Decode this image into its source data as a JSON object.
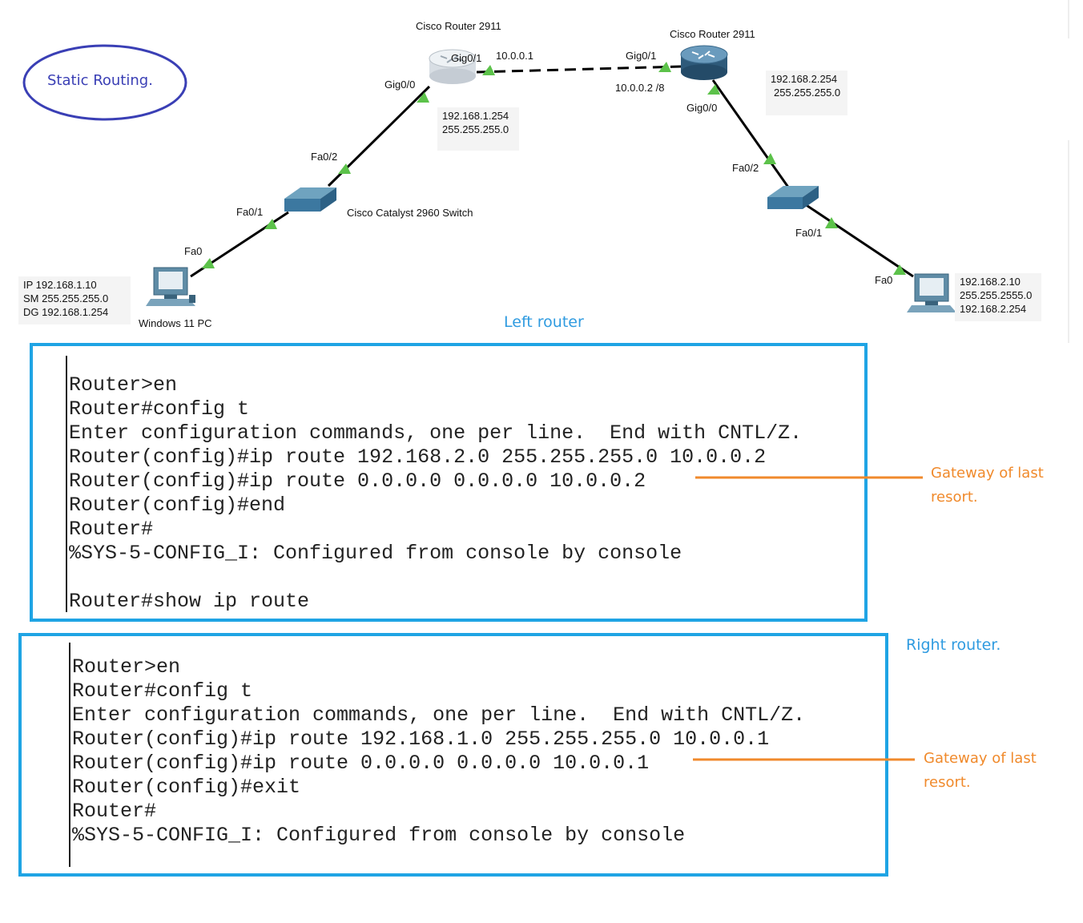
{
  "title": "Static Routing.",
  "devices": {
    "left_router": {
      "model": "Cisco Router 2911",
      "port_gig01": "Gig0/1",
      "port_gig00": "Gig0/0",
      "link_ip": "10.0.0.1",
      "lan_ip": "192.168.1.254",
      "lan_mask": "255.255.255.0"
    },
    "right_router": {
      "model": "Cisco Router 2911",
      "port_gig01": "Gig0/1",
      "port_gig00": "Gig0/0",
      "link_ip": "10.0.0.2 /8",
      "lan_ip": "192.168.2.254",
      "lan_mask": "255.255.255.0"
    },
    "left_switch": {
      "model": "Cisco Catalyst 2960 Switch",
      "port_up": "Fa0/2",
      "port_down": "Fa0/1"
    },
    "right_switch": {
      "port_up": "Fa0/2",
      "port_down": "Fa0/1"
    },
    "left_pc": {
      "name": "Windows 11 PC",
      "port": "Fa0",
      "ip_line": "IP  192.168.1.10",
      "sm_line": "SM  255.255.255.0",
      "dg_line": "DG  192.168.1.254"
    },
    "right_pc": {
      "port": "Fa0",
      "ip": "192.168.2.10",
      "mask": "255.255.2555.0",
      "gateway": "192.168.2.254"
    }
  },
  "left_router_label": "Left router",
  "right_router_label": "Right router.",
  "left_config": [
    "Router>en",
    "Router#config t",
    "Enter configuration commands, one per line.  End with CNTL/Z.",
    "Router(config)#ip route 192.168.2.0 255.255.255.0 10.0.0.2",
    "Router(config)#ip route 0.0.0.0 0.0.0.0 10.0.0.2",
    "Router(config)#end",
    "Router#",
    "%SYS-5-CONFIG_I: Configured from console by console",
    "",
    "Router#show ip route"
  ],
  "right_config": [
    "Router>en",
    "Router#config t",
    "Enter configuration commands, one per line.  End with CNTL/Z.",
    "Router(config)#ip route 192.168.1.0 255.255.255.0 10.0.0.1",
    "Router(config)#ip route 0.0.0.0 0.0.0.0 10.0.0.1",
    "Router(config)#exit",
    "Router#",
    "%SYS-5-CONFIG_I: Configured from console by console"
  ],
  "annotations": {
    "left": [
      "Gateway of last",
      "resort."
    ],
    "right": [
      "Gateway of last",
      "resort."
    ]
  },
  "colors": {
    "terminal_border": "#1fa4e4",
    "annotation": "#f08a2c",
    "title_ellipse": "#3a3fb5",
    "link_marker": "#5cc24a"
  }
}
